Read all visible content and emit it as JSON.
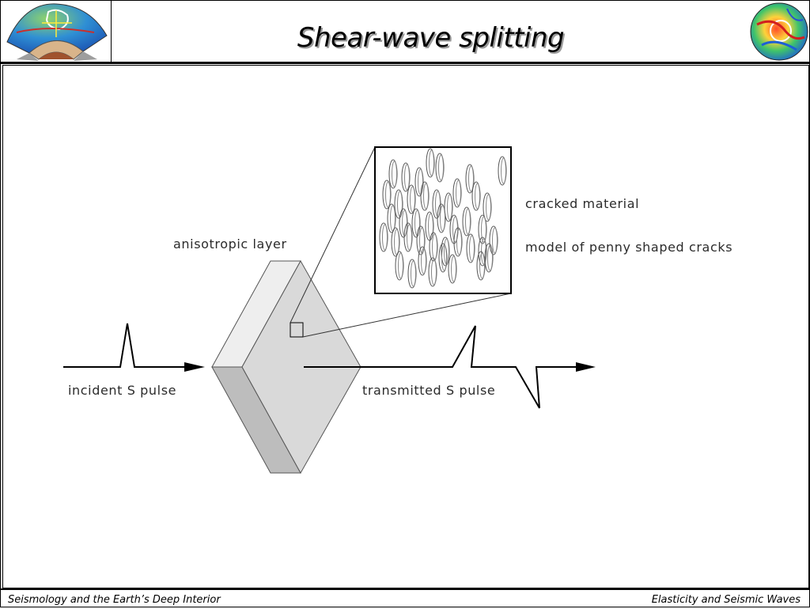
{
  "title": "Shear-wave splitting",
  "footer": {
    "left": "Seismology and the Earth’s Deep Interior",
    "right": "Elasticity and Seismic Waves"
  },
  "diagram": {
    "labels": {
      "anisotropic_layer": "anisotropic layer",
      "cracked_material": "cracked material",
      "crack_model": "model of penny shaped cracks",
      "incident": "incident S pulse",
      "transmitted": "transmitted S pulse"
    }
  },
  "icons": {
    "left_logo": "earth-cross-section-icon",
    "right_logo": "globe-tomography-icon"
  }
}
